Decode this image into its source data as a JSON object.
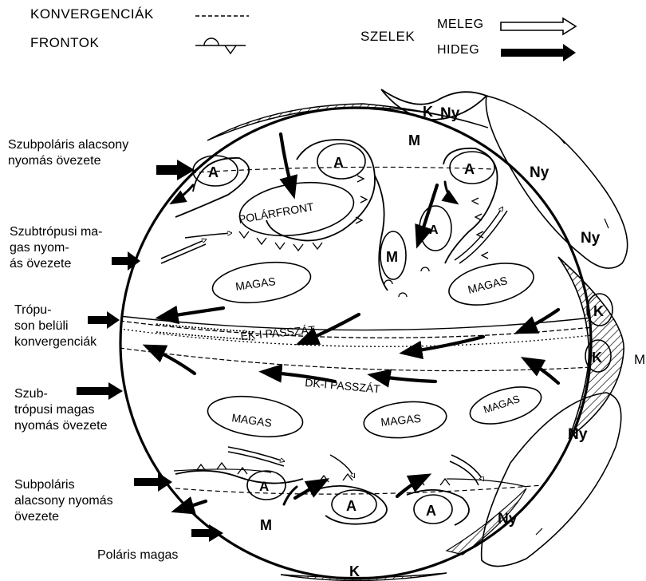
{
  "legend": {
    "convergences_label": "KONVERGENCIÁK",
    "fronts_label": "FRONTOK",
    "winds_label": "SZELEK",
    "warm_label": "MELEG",
    "cold_label": "HIDEG"
  },
  "side_labels": {
    "subpolar_low_north": [
      "Szubpoláris alacsony",
      "nyomás övezete"
    ],
    "subtropical_high_north": [
      "Szubtrópusi ma-",
      "gas nyom-",
      "ás övezete"
    ],
    "itcz": [
      "Trópu-",
      "son belüli",
      "konvergenciák"
    ],
    "subtropical_high_south": [
      "Szub-",
      "trópusi magas",
      "nyomás övezete"
    ],
    "subpolar_low_south": [
      "Subpoláris",
      "alacsony nyomás",
      "övezete"
    ],
    "polar_high": "Poláris magas",
    "right_edge": "M"
  },
  "globe_labels": {
    "polar_front": "POLÁRFRONT",
    "ne_trade": "ÉK-I PASSZÁT",
    "se_trade": "DK-I PASSZÁT",
    "high": "MAGAS",
    "low": "A",
    "high_cell": "M",
    "east": "K",
    "west": "Ny"
  },
  "colors": {
    "ink": "#000000",
    "paper": "#ffffff"
  }
}
